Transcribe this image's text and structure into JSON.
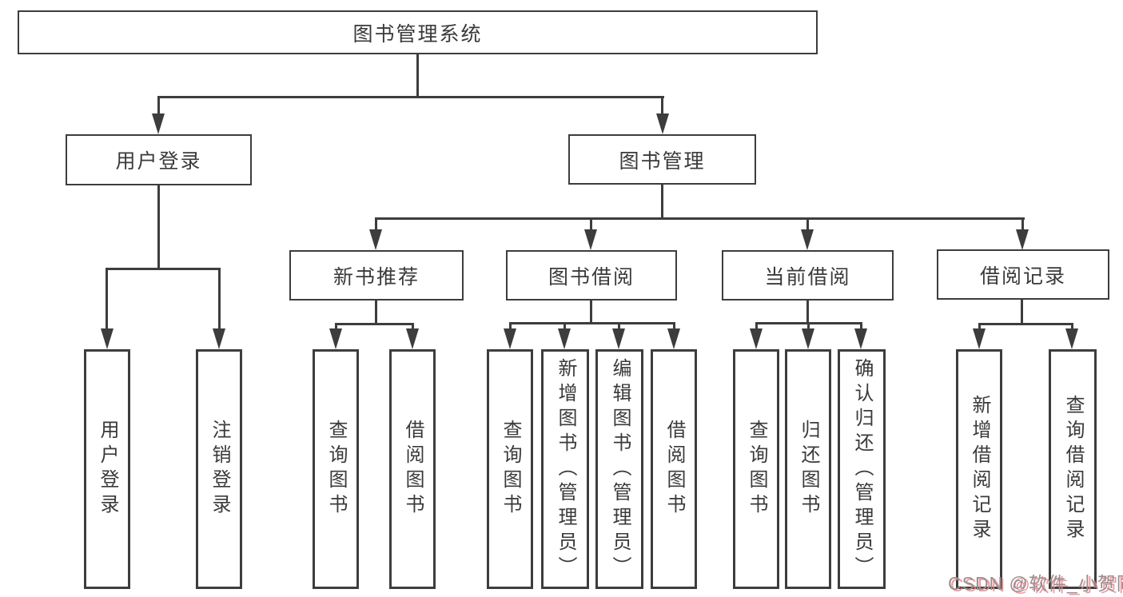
{
  "diagram_title": "图书管理系统",
  "tree": {
    "root": "图书管理系统",
    "children": [
      {
        "label": "用户登录",
        "children": [
          "用户登录",
          "注销登录"
        ]
      },
      {
        "label": "图书管理",
        "children": [
          {
            "label": "新书推荐",
            "children": [
              "查询图书",
              "借阅图书"
            ]
          },
          {
            "label": "图书借阅",
            "children": [
              "查询图书",
              "新增图书（管理员）",
              "编辑图书（管理员）",
              "借阅图书"
            ]
          },
          {
            "label": "当前借阅",
            "children": [
              "查询图书",
              "归还图书",
              "确认归还（管理员）"
            ]
          },
          {
            "label": "借阅记录",
            "children": [
              "新增借阅记录",
              "查询借阅记录"
            ]
          }
        ]
      }
    ]
  },
  "watermark": "CSDN @软件_小贺同学",
  "colors": {
    "line": "#3d3d3d",
    "text": "#3a3a3a",
    "box_background": "#ffffff",
    "watermark_gray": "#929292",
    "watermark_pink": "#f4828c",
    "page_background": "#ffffff"
  }
}
